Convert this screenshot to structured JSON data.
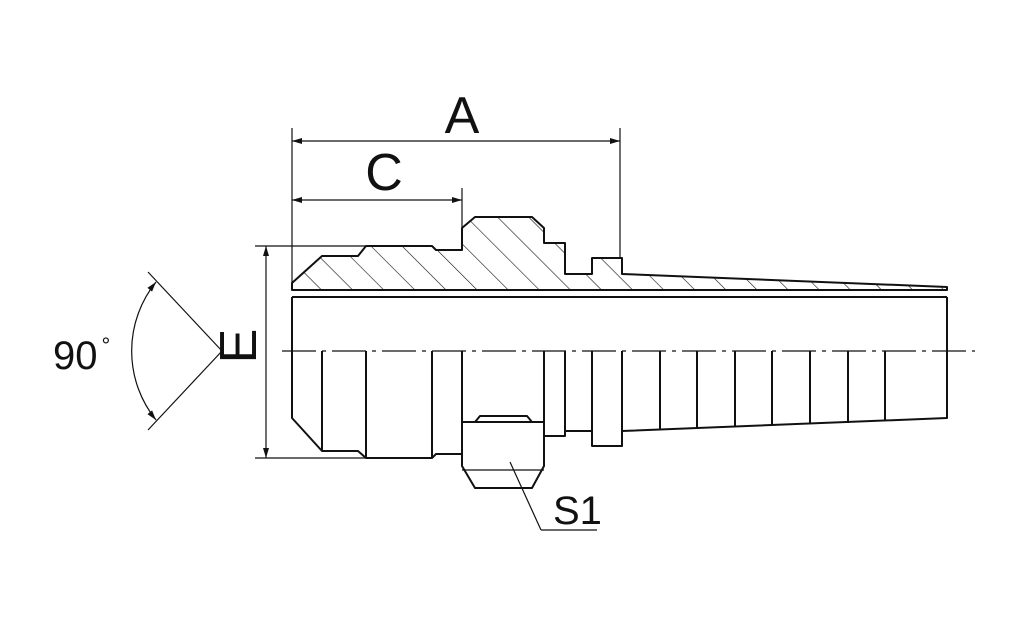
{
  "labels": {
    "dim_a": "A",
    "dim_c": "C",
    "dim_e": "E",
    "angle": "90",
    "angle_unit": "°",
    "hex": "S1"
  }
}
